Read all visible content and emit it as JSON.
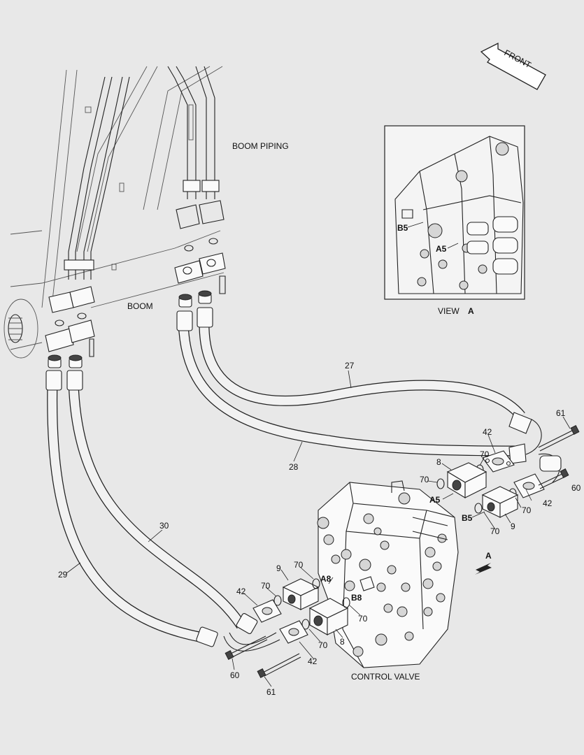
{
  "labels": {
    "front": "FRONT",
    "boom_piping": "BOOM PIPING",
    "boom": "BOOM",
    "view": "VIEW",
    "view_letter": "A",
    "control_valve": "CONTROL VALVE",
    "arrow_a": "A"
  },
  "ports": {
    "b5_inset": "B5",
    "a5_inset": "A5",
    "a5": "A5",
    "b5": "B5",
    "a8": "A8",
    "b8": "B8"
  },
  "callouts": {
    "p27": "27",
    "p28": "28",
    "p29": "29",
    "p30": "30",
    "p61_top": "61",
    "p60_right": "60",
    "p42_top": "42",
    "p42_right": "42",
    "p8_top": "8",
    "p70_a": "70",
    "p70_b": "70",
    "p70_c": "70",
    "p70_d": "70",
    "p9_right": "9",
    "p9_left": "9",
    "p70_e": "70",
    "p70_f": "70",
    "p42_left": "42",
    "p70_g": "70",
    "p70_h": "70",
    "p8_bottom": "8",
    "p42_bottom": "42",
    "p60_left": "60",
    "p61_bottom": "61"
  }
}
